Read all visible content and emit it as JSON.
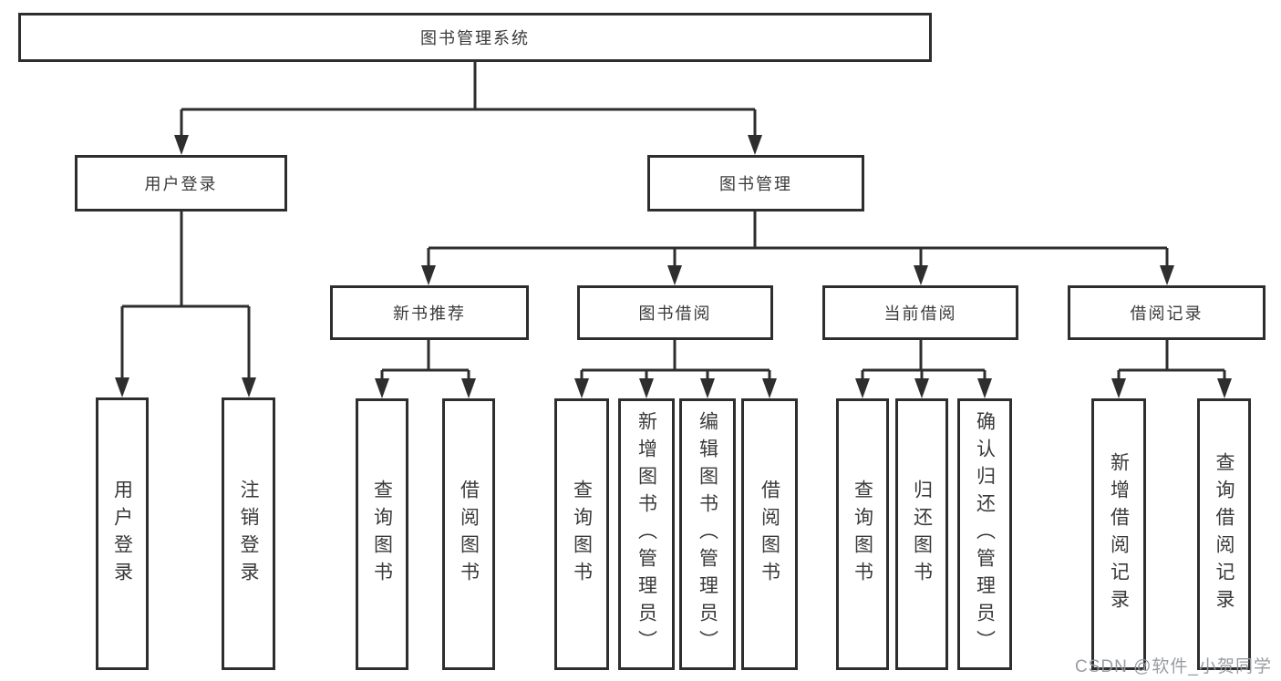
{
  "tree": {
    "label": "图书管理系统",
    "children": [
      {
        "label": "用户登录",
        "children": [
          {
            "label": "用户登录"
          },
          {
            "label": "注销登录"
          }
        ]
      },
      {
        "label": "图书管理",
        "children": [
          {
            "label": "新书推荐",
            "children": [
              {
                "label": "查询图书"
              },
              {
                "label": "借阅图书"
              }
            ]
          },
          {
            "label": "图书借阅",
            "children": [
              {
                "label": "查询图书"
              },
              {
                "label": "新增图书（管理员）"
              },
              {
                "label": "编辑图书（管理员）"
              },
              {
                "label": "借阅图书"
              }
            ]
          },
          {
            "label": "当前借阅",
            "children": [
              {
                "label": "查询图书"
              },
              {
                "label": "归还图书"
              },
              {
                "label": "确认归还（管理员）"
              }
            ]
          },
          {
            "label": "借阅记录",
            "children": [
              {
                "label": "新增借阅记录"
              },
              {
                "label": "查询借阅记录"
              }
            ]
          }
        ]
      }
    ]
  },
  "watermark": {
    "text": "CSDN @软件_小贺同学"
  },
  "colors": {
    "line": "#2e2e2e",
    "text": "#3a3a3a",
    "watermark": "#94979c",
    "background": "#ffffff"
  }
}
